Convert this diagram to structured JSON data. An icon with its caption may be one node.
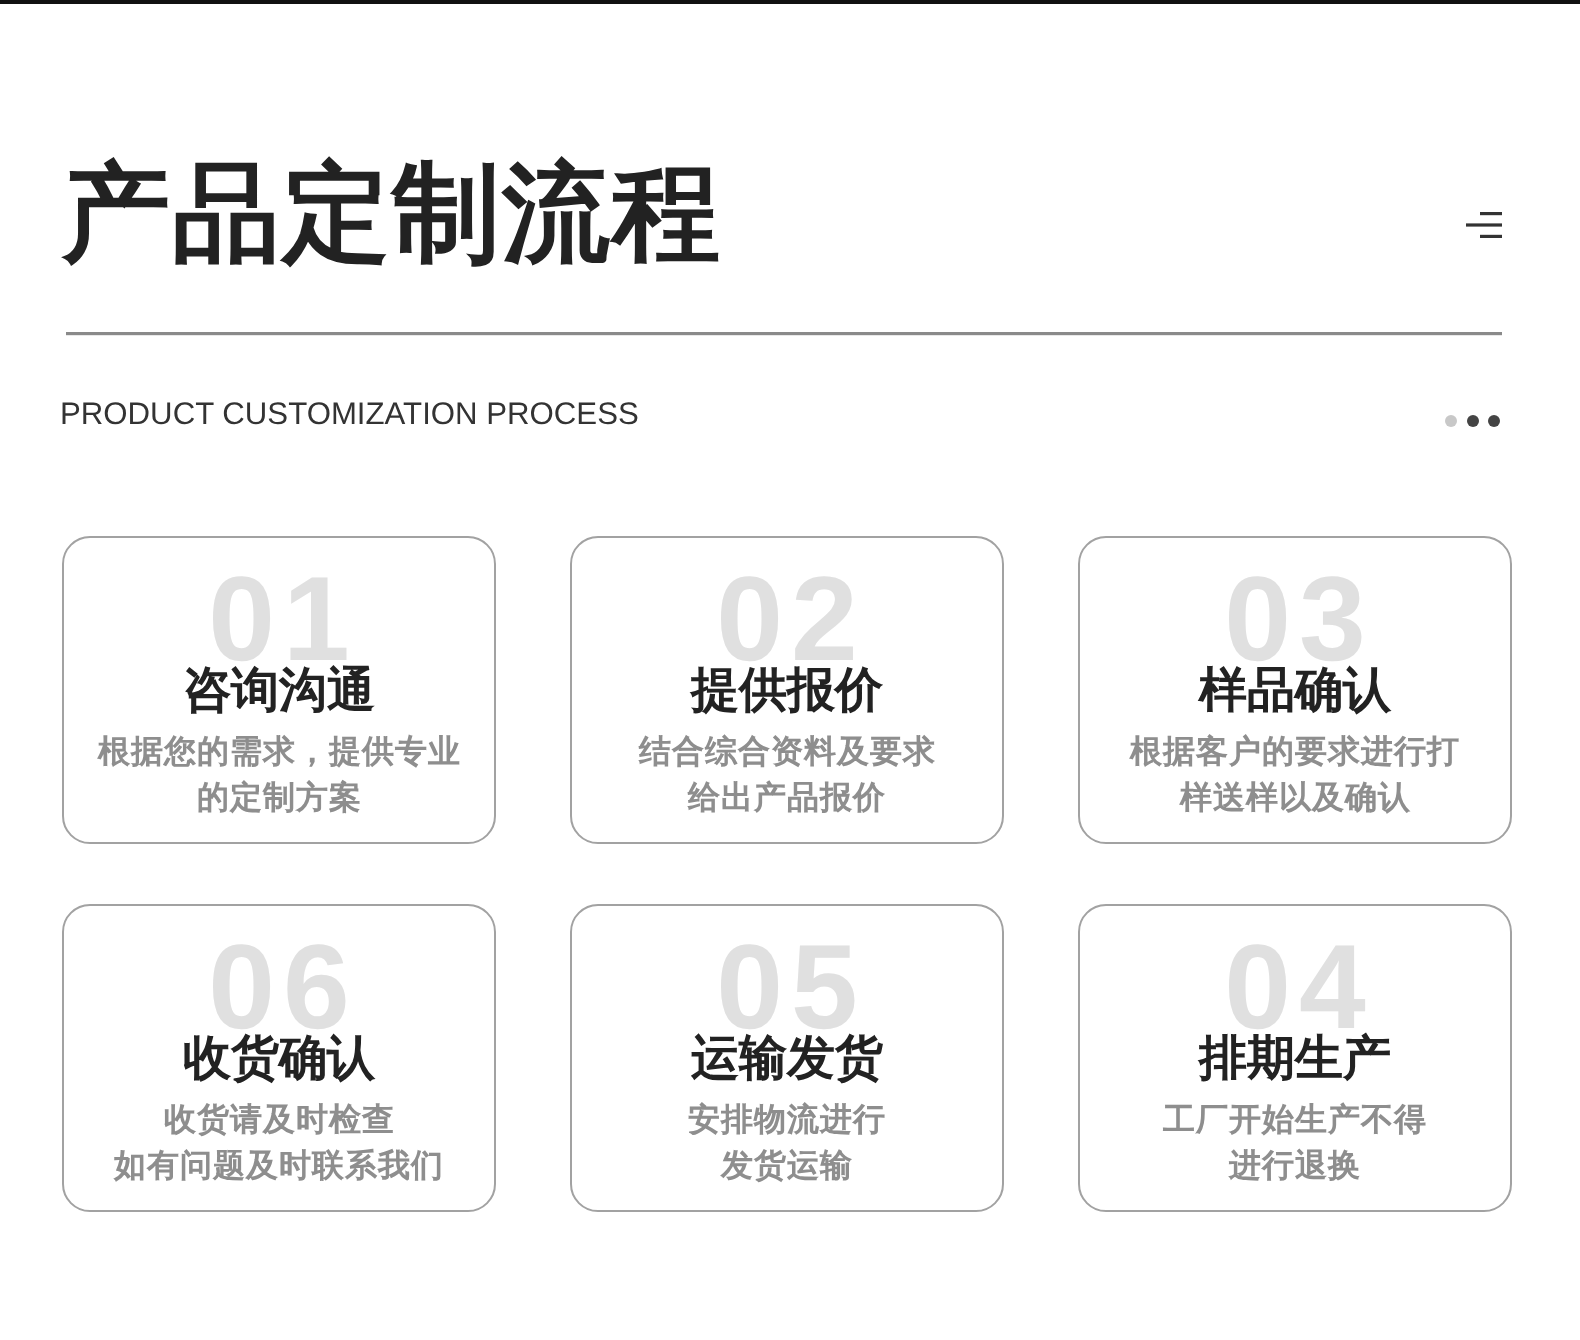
{
  "diagram": {
    "title": "产品定制流程",
    "nodes": [
      {
        "text": [
          "01",
          "咨询沟通",
          "根据您的需求，提供专业的定制方案"
        ]
      },
      {
        "text": [
          "02",
          "提供报价",
          "结合综合资料及要求给出产品报价"
        ]
      },
      {
        "text": [
          "03",
          "样品确认",
          "根据客户的要求进行打样送样以及确认"
        ]
      },
      {
        "text": [
          "06",
          "收货确认",
          "收货请及时检查如有问题及时联系我们"
        ]
      },
      {
        "text": [
          "05",
          "运输发货",
          "安排物流进行发货运输"
        ]
      },
      {
        "text": [
          "04",
          "排期生产",
          "工厂开始生产不得进行退换"
        ]
      }
    ],
    "labels": [
      "PRODUCT CUSTOMIZATION PROCESS"
    ]
  }
}
